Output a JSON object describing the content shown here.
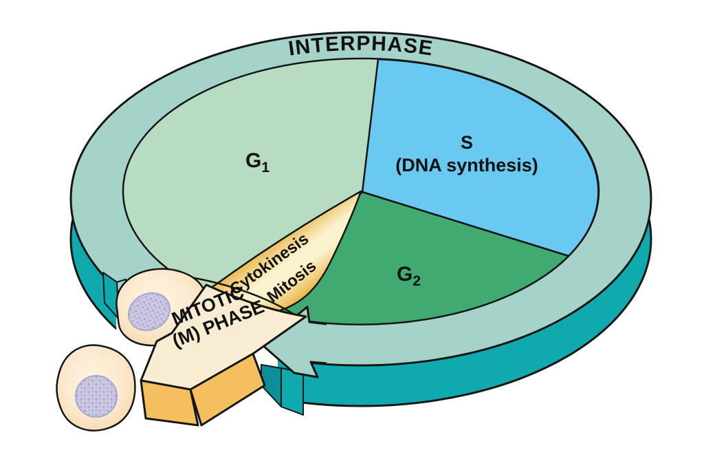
{
  "diagram": {
    "title": "INTERPHASE",
    "interphase_phases": {
      "g1_base": "G",
      "g1_sub": "1",
      "s_label": "S",
      "s_caption": "(DNA synthesis)",
      "g2_base": "G",
      "g2_sub": "2"
    },
    "m_phase": {
      "cytokinesis": "Cytokinesis",
      "mitosis": "Mitosis",
      "arrow_label_line1": "MITOTIC",
      "arrow_label_line2": "(M) PHASE"
    },
    "colors": {
      "ring_top": "#A5D3C9",
      "ring_side": "#10A9AE",
      "ring_side_shadow": "#0B8F9A",
      "g1_fill": "#B7DCC1",
      "s_fill": "#69C9F1",
      "g2_fill": "#41AA70",
      "wedge_gold": "#E9B445",
      "wedge_pale": "#FBF2CE",
      "arrow_top": "#F8EDD3",
      "arrow_side": "#F5BE5E",
      "cell_body": "#FBE8CC",
      "cell_edge": "#D8A273",
      "nucleus_fill": "#CBC8E4",
      "nucleus_stroke": "#A9A5CC",
      "outline": "#151515"
    }
  }
}
